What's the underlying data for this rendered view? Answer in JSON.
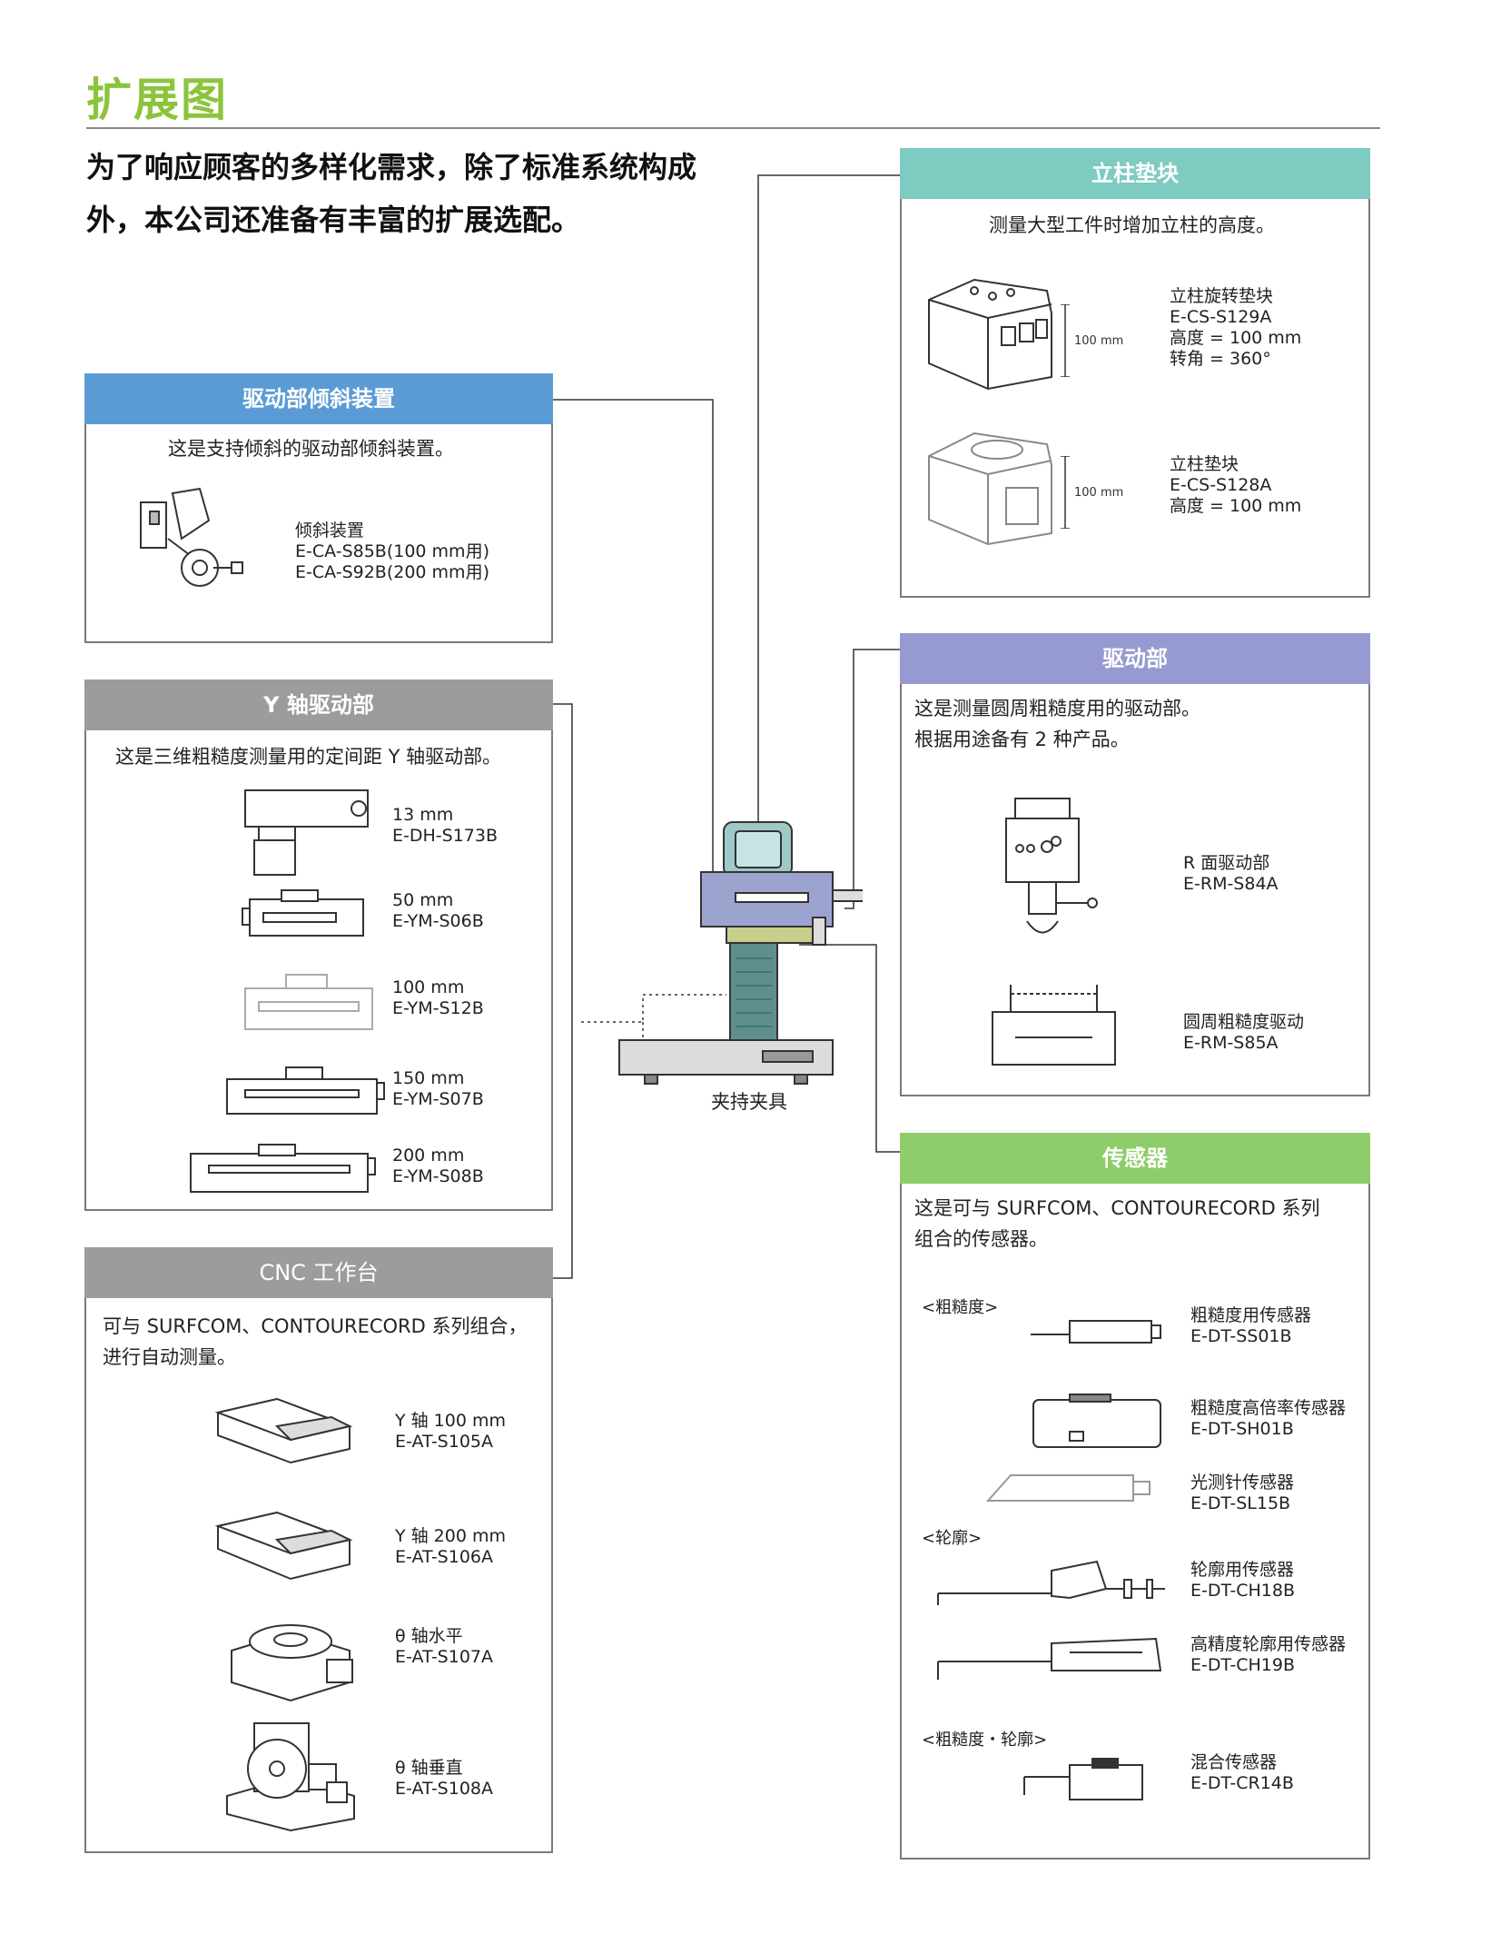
{
  "page": {
    "title": "扩展图",
    "intro": "为了响应顾客的多样化需求，除了标准系统构成外，本公司还准备有丰富的扩展选配。"
  },
  "colors": {
    "title_green": "#8cc43c",
    "blue": "#5b9bd5",
    "teal": "#7ecbc2",
    "gray": "#9c9c9c",
    "lavender": "#979ad0",
    "green": "#8fcd6a"
  },
  "tilt": {
    "header": "驱动部倾斜装置",
    "desc": "这是支持倾斜的驱动部倾斜装置。",
    "item": {
      "name": "倾斜装置",
      "code1": "E-CA-S85B(100 mm用)",
      "code2": "E-CA-S92B(200 mm用)"
    }
  },
  "yaxis": {
    "header": "Y 轴驱动部",
    "desc": "这是三维粗糙度测量用的定间距 Y 轴驱动部。",
    "items": [
      {
        "size": "13 mm",
        "code": "E-DH-S173B"
      },
      {
        "size": "50 mm",
        "code": "E-YM-S06B"
      },
      {
        "size": "100 mm",
        "code": "E-YM-S12B"
      },
      {
        "size": "150 mm",
        "code": "E-YM-S07B"
      },
      {
        "size": "200 mm",
        "code": "E-YM-S08B"
      }
    ]
  },
  "cnc": {
    "header": "CNC 工作台",
    "desc1": "可与 SURFCOM、CONTOURECORD 系列组合，",
    "desc2": "进行自动测量。",
    "items": [
      {
        "name": "Y 轴 100 mm",
        "code": "E-AT-S105A"
      },
      {
        "name": "Y 轴 200 mm",
        "code": "E-AT-S106A"
      },
      {
        "name": "θ 轴水平",
        "code": "E-AT-S107A"
      },
      {
        "name": "θ 轴垂直",
        "code": "E-AT-S108A"
      }
    ]
  },
  "column": {
    "header": "立柱垫块",
    "desc": "测量大型工件时增加立柱的高度。",
    "dim": "100 mm",
    "items": [
      {
        "name": "立柱旋转垫块",
        "code": "E-CS-S129A",
        "height": "高度 = 100 mm",
        "angle": "转角 = 360°"
      },
      {
        "name": "立柱垫块",
        "code": "E-CS-S128A",
        "height": "高度 = 100 mm"
      }
    ]
  },
  "drive": {
    "header": "驱动部",
    "desc1": "这是测量圆周粗糙度用的驱动部。",
    "desc2": "根据用途备有 2 种产品。",
    "items": [
      {
        "name": "R 面驱动部",
        "code": "E-RM-S84A"
      },
      {
        "name": "圆周粗糙度驱动",
        "code": "E-RM-S85A"
      }
    ]
  },
  "sensor": {
    "header": "传感器",
    "desc1": "这是可与 SURFCOM、CONTOURECORD 系列",
    "desc2": "组合的传感器。",
    "cat_roughness": "<粗糙度>",
    "cat_contour": "<轮廓>",
    "cat_mixed": "<粗糙度・轮廓>",
    "items": [
      {
        "name": "粗糙度用传感器",
        "code": "E-DT-SS01B"
      },
      {
        "name": "粗糙度高倍率传感器",
        "code": "E-DT-SH01B"
      },
      {
        "name": "光测针传感器",
        "code": "E-DT-SL15B"
      },
      {
        "name": "轮廓用传感器",
        "code": "E-DT-CH18B"
      },
      {
        "name": "高精度轮廓用传感器",
        "code": "E-DT-CH19B"
      },
      {
        "name": "混合传感器",
        "code": "E-DT-CR14B"
      }
    ]
  },
  "center": {
    "caption": "夹持夹具"
  }
}
